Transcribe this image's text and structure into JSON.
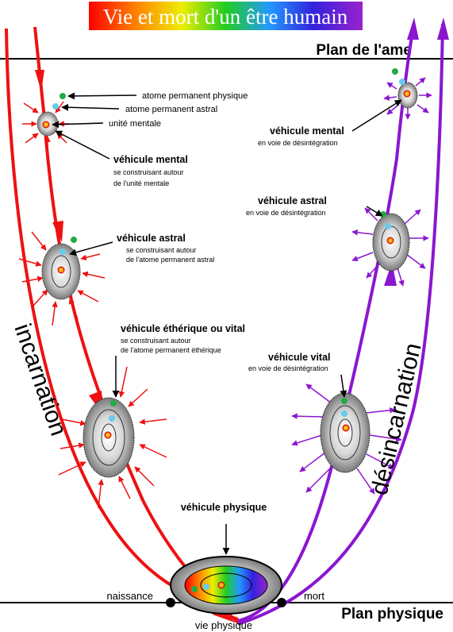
{
  "title": "Vie et mort d'un être humain",
  "planes": {
    "soul": "Plan de l'ame",
    "physical": "Plan physique"
  },
  "phases": {
    "incarnation": "incarnation",
    "desincarnation": "désincarnation"
  },
  "events": {
    "birth": "naissance",
    "death": "mort",
    "life": "vie physique"
  },
  "atoms": {
    "physical": "atome permanent physique",
    "astral": "atome permanent astral",
    "mental_unit": "unité mentale"
  },
  "incarnation_labels": {
    "mental": {
      "title": "véhicule mental",
      "line1": "se construisant autour",
      "line2": "de l'unité mentale"
    },
    "astral": {
      "title": "véhicule astral",
      "line1": "se construisant autour",
      "line2": "de l'atome permanent astral"
    },
    "etheric": {
      "title": "véhicule éthérique ou vital",
      "line1": "se construisant autour",
      "line2": "de l'atome permanent éthérique"
    }
  },
  "physical_vehicle": "véhicule physique",
  "desincarnation_labels": {
    "mental": {
      "title": "véhicule mental",
      "line1": "en voie de désintégration"
    },
    "astral": {
      "title": "véhicule astral",
      "line1": "en voie de désintégration"
    },
    "vital": {
      "title": "véhicule vital",
      "line1": "en voie de désintégration"
    }
  },
  "colors": {
    "incarnation": "#ee1111",
    "desincarnation": "#8a16d0",
    "atom_physical": "#22aa44",
    "atom_astral": "#66ccee",
    "mental_unit": "#ff8800"
  }
}
